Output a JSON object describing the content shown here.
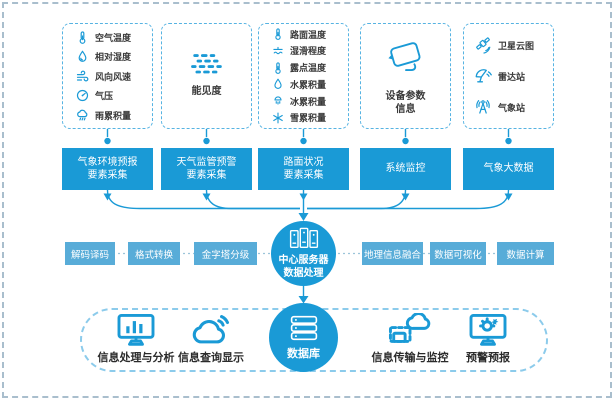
{
  "diagram": {
    "colors": {
      "primary": "#1a9ad6",
      "light_box": "#58acd8",
      "dashed_border": "#56b3e2",
      "outer_border": "#a9becd",
      "text_dark": "#3a3a3a"
    },
    "sources": [
      {
        "items": [
          {
            "icon": "thermometer-icon",
            "label": "空气温度"
          },
          {
            "icon": "humidity-icon",
            "label": "相对湿度"
          },
          {
            "icon": "wind-icon",
            "label": "风向风速"
          },
          {
            "icon": "pressure-icon",
            "label": "气压"
          },
          {
            "icon": "rain-icon",
            "label": "雨累积量"
          }
        ]
      },
      {
        "icon": "fog-icon",
        "label": "能见度"
      },
      {
        "items": [
          {
            "icon": "thermometer-icon",
            "label": "路面温度"
          },
          {
            "icon": "slippery-icon",
            "label": "湿滑程度"
          },
          {
            "icon": "thermometer-icon",
            "label": "露点温度"
          },
          {
            "icon": "water-icon",
            "label": "水累积量"
          },
          {
            "icon": "ice-icon",
            "label": "冰累积量"
          },
          {
            "icon": "snow-icon",
            "label": "雪累积量"
          }
        ]
      },
      {
        "icon": "camera-icon",
        "label_line1": "设备参数",
        "label_line2": "信息"
      },
      {
        "items": [
          {
            "icon": "satellite-icon",
            "label": "卫星云图"
          },
          {
            "icon": "radar-icon",
            "label": "雷达站"
          },
          {
            "icon": "station-icon",
            "label": "气象站"
          }
        ]
      }
    ],
    "collectors": [
      {
        "line1": "气象环境预报",
        "line2": "要素采集"
      },
      {
        "line1": "天气监管预警",
        "line2": "要素采集"
      },
      {
        "line1": "路面状况",
        "line2": "要素采集"
      },
      {
        "line1": "系统监控",
        "line2": ""
      },
      {
        "line1": "气象大数据",
        "line2": ""
      }
    ],
    "processing_left": [
      "解码译码",
      "格式转换",
      "金字塔分级"
    ],
    "processing_right": [
      "地理信息融合",
      "数据可视化",
      "数据计算"
    ],
    "center_server": {
      "line1": "中心服务器",
      "line2": "数据处理"
    },
    "database_label": "数据库",
    "outputs": [
      "信息处理与分析",
      "信息查询显示",
      "信息传输与监控",
      "预警预报"
    ]
  }
}
